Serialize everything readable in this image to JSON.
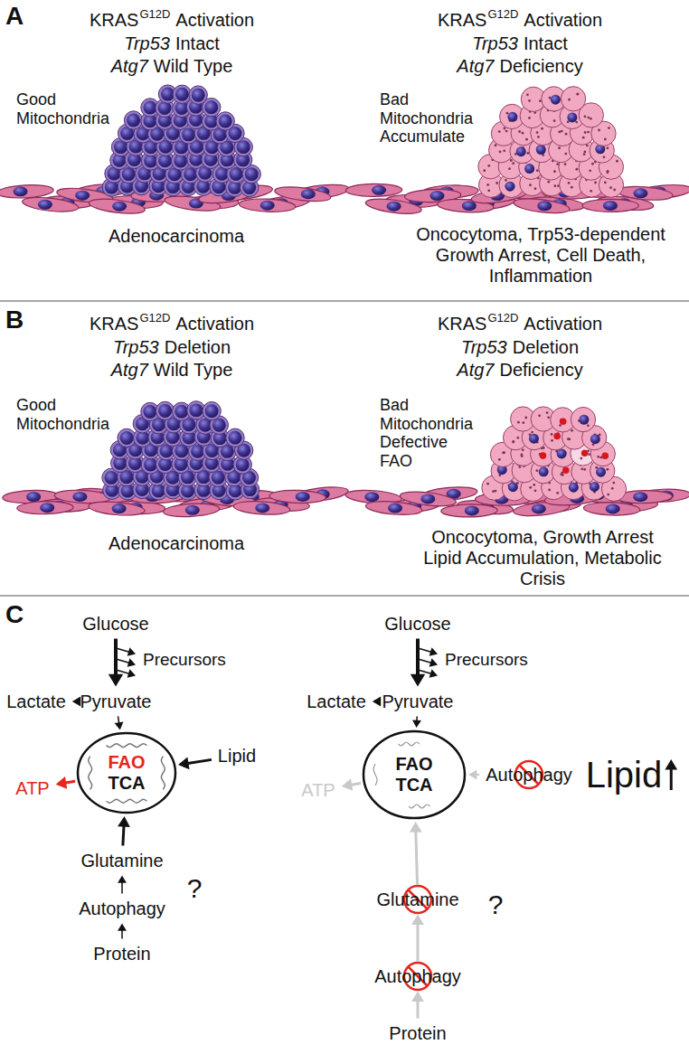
{
  "diagram": {
    "nodes": [
      {
        "text": [
          "Glucose"
        ]
      },
      {
        "text": [
          "Pyruvate"
        ]
      },
      {
        "text": [
          "Lactate"
        ]
      },
      {
        "text": [
          "FAO",
          "TCA"
        ]
      },
      {
        "text": [
          "Lipid"
        ]
      },
      {
        "text": [
          "ATP"
        ]
      },
      {
        "text": [
          "Glutamine"
        ]
      },
      {
        "text": [
          "Autophagy"
        ]
      },
      {
        "text": [
          "Protein"
        ]
      },
      {
        "text": [
          "Glucose"
        ]
      },
      {
        "text": [
          "Pyruvate"
        ]
      },
      {
        "text": [
          "Lactate"
        ]
      },
      {
        "text": [
          "FAO",
          "TCA"
        ]
      },
      {
        "text": [
          "Autophagy"
        ]
      },
      {
        "text": [
          "Lipid"
        ]
      },
      {
        "text": [
          "ATP"
        ]
      },
      {
        "text": [
          "Glutamine"
        ]
      },
      {
        "text": [
          "Autophagy"
        ]
      },
      {
        "text": [
          "Protein"
        ]
      }
    ],
    "edges": [
      {
        "from": 0,
        "to": 1,
        "arrow": "to"
      },
      {
        "from": 1,
        "to": 2,
        "arrow": "to"
      },
      {
        "from": 1,
        "to": 3,
        "arrow": "to"
      },
      {
        "from": 4,
        "to": 3,
        "arrow": "to"
      },
      {
        "from": 3,
        "to": 5,
        "arrow": "to"
      },
      {
        "from": 6,
        "to": 3,
        "arrow": "to"
      },
      {
        "from": 7,
        "to": 6,
        "arrow": "to"
      },
      {
        "from": 8,
        "to": 7,
        "arrow": "to"
      },
      {
        "from": 9,
        "to": 10,
        "arrow": "to"
      },
      {
        "from": 10,
        "to": 11,
        "arrow": "to"
      },
      {
        "from": 10,
        "to": 12,
        "arrow": "to"
      },
      {
        "from": 13,
        "to": 12,
        "arrow": "to"
      },
      {
        "from": 12,
        "to": 15,
        "arrow": "to"
      },
      {
        "from": 16,
        "to": 12,
        "arrow": "to"
      },
      {
        "from": 17,
        "to": 16,
        "arrow": "to"
      },
      {
        "from": 18,
        "to": 17,
        "arrow": "to"
      }
    ],
    "labels": [
      "A",
      "KRAS",
      "G12D",
      "Activation",
      "Trp53",
      "Intact",
      "Atg7",
      "Wild Type",
      "KRAS",
      "G12D",
      "Activation",
      "Trp53",
      "Intact",
      "Atg7",
      "Deficiency",
      "Good Mitochondria",
      "Adenocarcinoma",
      "Bad Mitochondria Accumulate",
      "Oncocytoma, Trp53-dependent Growth Arrest, Cell Death, Inflammation",
      "B",
      "KRAS",
      "G12D",
      "Activation",
      "Trp53",
      "Deletion",
      "Atg7",
      "Wild Type",
      "KRAS",
      "G12D",
      "Activation",
      "Trp53",
      "Deletion",
      "Atg7",
      "Deficiency",
      "Good Mitochondria",
      "Adenocarcinoma",
      "Bad Mitochondria Defective FAO",
      "Oncocytoma, Growth Arrest Lipid Accumulation, Metabolic Crisis",
      "C",
      "Precursors",
      "?",
      "Precursors",
      "?"
    ]
  }
}
